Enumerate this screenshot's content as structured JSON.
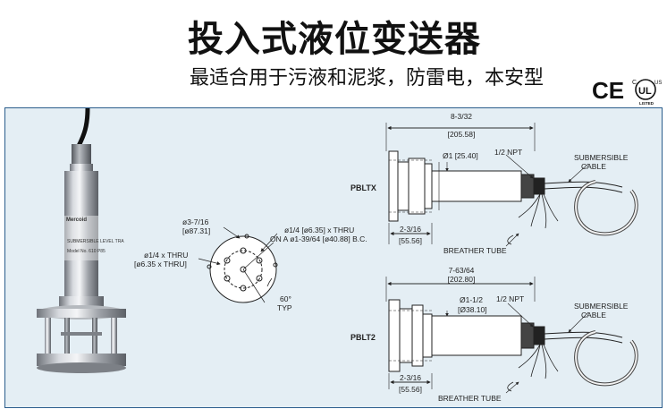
{
  "title": "投入式液位变送器",
  "subtitle": "最适合用于污液和泥浆，防雷电，本安型",
  "cert": {
    "ce": "CE",
    "ul_top": "C",
    "ul_main": "UL",
    "ul_us": "US",
    "ul_listed": "LISTED"
  },
  "sensor": {
    "brand": "Mercoid",
    "plate1": "SUBMERSIBLE LEVEL TRA",
    "plate2": "Model No. 610 P85"
  },
  "flange": {
    "dia": "ø3-7/16",
    "dia_mm": "[ø87.31]",
    "bolt": "ø1/4 [ø6.35] x THRU",
    "bolt_bc": "ON A ø1-39/64 [ø40.88] B.C.",
    "hole": "ø1/4 x THRU",
    "hole_mm": "[ø6.35 x THRU]",
    "angle": "60°",
    "angle_typ": "TYP"
  },
  "pbltx": {
    "name": "PBLTX",
    "length": "8-3/32",
    "length_mm": "[205.58]",
    "dia": "Ø1 [25.40]",
    "npt": "1/2 NPT",
    "cable1": "SUBMERSIBLE",
    "cable2": "CABLE",
    "flange_w": "2-3/16",
    "flange_w_mm": "[55.56]",
    "breather": "BREATHER TUBE"
  },
  "pblt2": {
    "name": "PBLT2",
    "length": "7-63/64",
    "length_mm": "[202.80]",
    "dia": "Ø1-1/2",
    "dia_mm": "[Ø38.10]",
    "npt": "1/2 NPT",
    "cable1": "SUBMERSIBLE",
    "cable2": "CABLE",
    "flange_w": "2-3/16",
    "flange_w_mm": "[55.56]",
    "breather": "BREATHER TUBE"
  }
}
